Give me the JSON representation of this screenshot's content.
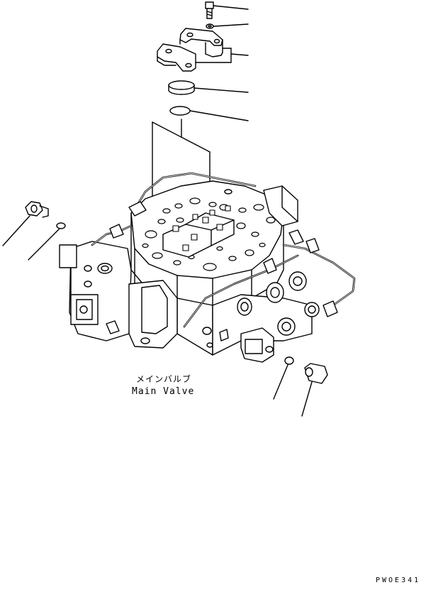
{
  "label": {
    "japanese": "メインバルブ",
    "english": "Main Valve"
  },
  "drawing_code": "PWOE341",
  "parts": [
    {
      "icon": "bolt-icon"
    },
    {
      "icon": "washer-icon"
    },
    {
      "icon": "split-flange-icon"
    },
    {
      "icon": "plug-cap-icon"
    },
    {
      "icon": "o-ring-icon"
    },
    {
      "icon": "main-valve-icon"
    },
    {
      "icon": "plug-icon"
    }
  ],
  "colors": {
    "line": "#000000",
    "background": "#ffffff"
  }
}
